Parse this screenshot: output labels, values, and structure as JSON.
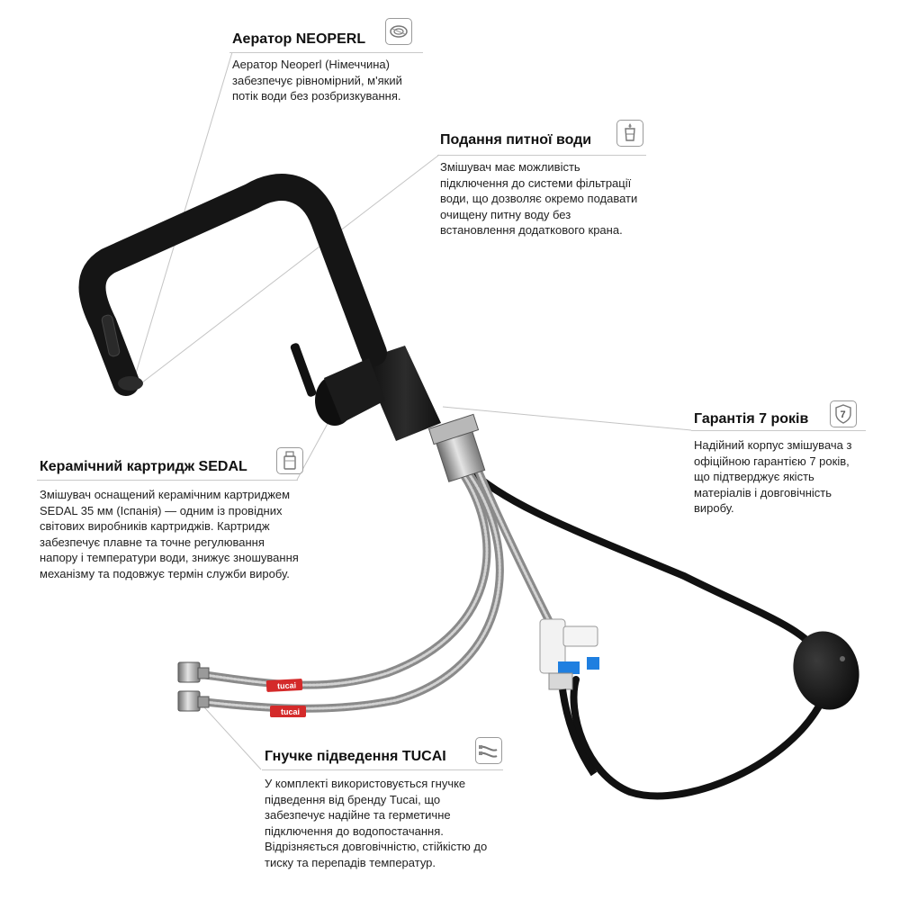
{
  "features": {
    "aerator": {
      "title": "Аератор NEOPERL",
      "text": "Аератор Neoperl (Німеччина) забезпечує рівномірний, м'який потік води без розбризкування.",
      "icon": "aerator-icon"
    },
    "drinking_water": {
      "title": "Подання питної води",
      "text": "Змішувач має можливість підключення до системи фільтрації води, що дозволяє окремо подавати очищену питну воду без встановлення додаткового крана.",
      "icon": "water-glass-icon"
    },
    "warranty": {
      "title": "Гарантія 7 років",
      "text": "Надійний корпус змішувача з офіційною гарантією 7 років, що підтверджує якість матеріалів і довговічність виробу.",
      "icon": "warranty-7-shield-icon",
      "badge": "7"
    },
    "cartridge": {
      "title": "Керамічний картридж SEDAL",
      "text": "Змішувач оснащений керамічним картриджем SEDAL 35 мм (Іспанія) — одним із провідних світових виробників картриджів. Картридж забезпечує плавне та точне регулювання напору і температури води, знижує зношування механізму та подовжує термін служби виробу.",
      "icon": "cartridge-icon"
    },
    "hoses": {
      "title": "Гнучке підведення TUCAI",
      "text": "У комплекті використовується гнучке підведення від бренду Tucai, що забезпечує надійне та герметичне підключення до водопостачання. Відрізняється довговічністю, стійкістю до тиску та перепадів температур.",
      "icon": "flexible-hose-icon"
    }
  },
  "hose_labels": [
    "tucai",
    "tucai"
  ],
  "colors": {
    "faucet": "#1a1a1a",
    "steel": "#9d9d9d",
    "hose_tag": "#d42a2a",
    "valve_blue": "#1f7fe0",
    "rules": "#c9c9c9"
  }
}
